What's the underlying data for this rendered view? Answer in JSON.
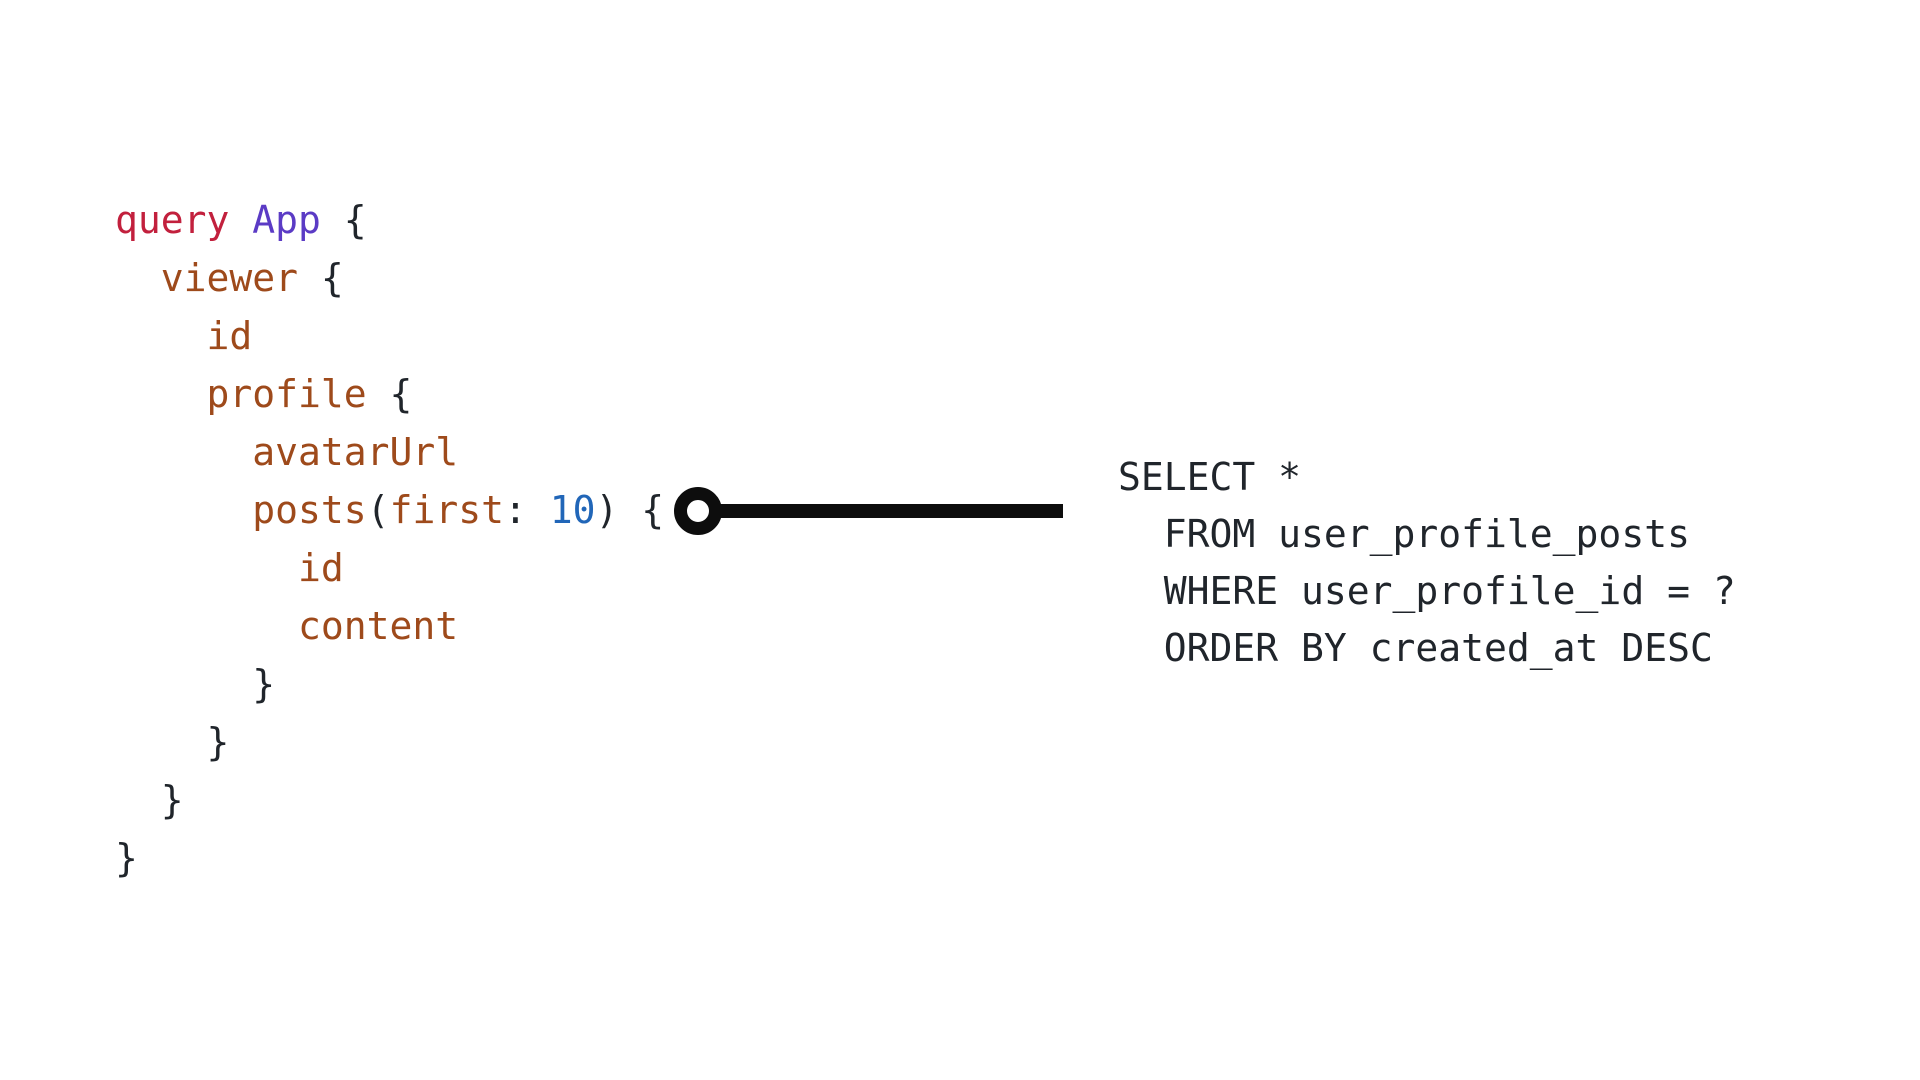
{
  "palette": {
    "background": "#ffffff",
    "code_default_text": "#20252b",
    "graphql_keyword": "#c2203d",
    "graphql_operation_name": "#5b3bc5",
    "graphql_field": "#9e4a1b",
    "graphql_number": "#2166b8",
    "connector": "#0d0d0d"
  },
  "graphql_query": {
    "lines": [
      {
        "tokens": [
          {
            "text": "query",
            "type": "keyword"
          },
          {
            "text": " ",
            "type": "plain"
          },
          {
            "text": "App",
            "type": "operation"
          },
          {
            "text": " {",
            "type": "plain"
          }
        ]
      },
      {
        "tokens": [
          {
            "text": "  ",
            "type": "plain"
          },
          {
            "text": "viewer",
            "type": "field"
          },
          {
            "text": " {",
            "type": "plain"
          }
        ]
      },
      {
        "tokens": [
          {
            "text": "    ",
            "type": "plain"
          },
          {
            "text": "id",
            "type": "field"
          }
        ]
      },
      {
        "tokens": [
          {
            "text": "    ",
            "type": "plain"
          },
          {
            "text": "profile",
            "type": "field"
          },
          {
            "text": " {",
            "type": "plain"
          }
        ]
      },
      {
        "tokens": [
          {
            "text": "      ",
            "type": "plain"
          },
          {
            "text": "avatarUrl",
            "type": "field"
          }
        ]
      },
      {
        "tokens": [
          {
            "text": "      ",
            "type": "plain"
          },
          {
            "text": "posts",
            "type": "field"
          },
          {
            "text": "(",
            "type": "plain"
          },
          {
            "text": "first",
            "type": "field"
          },
          {
            "text": ": ",
            "type": "plain"
          },
          {
            "text": "10",
            "type": "number"
          },
          {
            "text": ") {",
            "type": "plain"
          }
        ]
      },
      {
        "tokens": [
          {
            "text": "        ",
            "type": "plain"
          },
          {
            "text": "id",
            "type": "field"
          }
        ]
      },
      {
        "tokens": [
          {
            "text": "        ",
            "type": "plain"
          },
          {
            "text": "content",
            "type": "field"
          }
        ]
      },
      {
        "tokens": [
          {
            "text": "      }",
            "type": "plain"
          }
        ]
      },
      {
        "tokens": [
          {
            "text": "    }",
            "type": "plain"
          }
        ]
      },
      {
        "tokens": [
          {
            "text": "  }",
            "type": "plain"
          }
        ]
      },
      {
        "tokens": [
          {
            "text": "}",
            "type": "plain"
          }
        ]
      }
    ]
  },
  "sql_query": {
    "lines": [
      "SELECT *",
      "  FROM user_profile_posts",
      "  WHERE user_profile_id = ?",
      "  ORDER BY created_at DESC"
    ]
  },
  "connector": {
    "description": "circle endpoint on posts field linked by horizontal line to SQL statement"
  }
}
